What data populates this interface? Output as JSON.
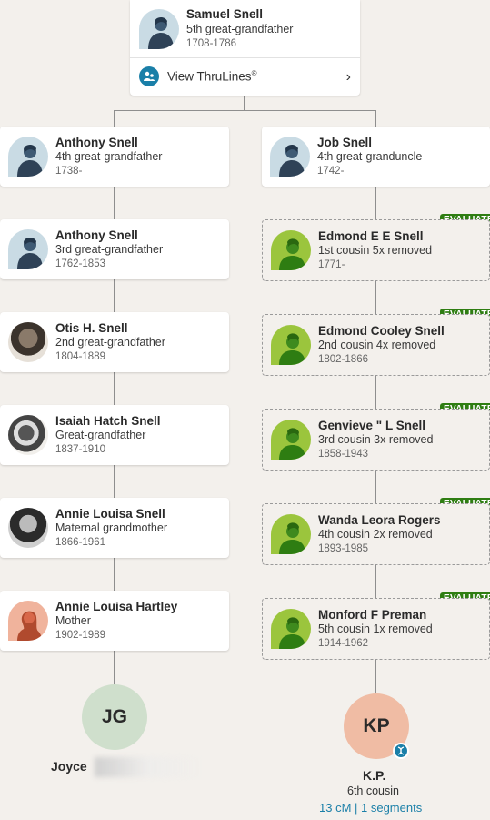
{
  "top": {
    "name": "Samuel Snell",
    "relationship": "5th great-grandfather",
    "dates": "1708-1786",
    "thrulines_label": "View ThruLines",
    "thrulines_mark": "®"
  },
  "left": [
    {
      "name": "Anthony Snell",
      "relationship": "4th great-grandfather",
      "dates": "1738-"
    },
    {
      "name": "Anthony Snell",
      "relationship": "3rd great-grandfather",
      "dates": "1762-1853"
    },
    {
      "name": "Otis H. Snell",
      "relationship": "2nd great-grandfather",
      "dates": "1804-1889"
    },
    {
      "name": "Isaiah Hatch Snell",
      "relationship": "Great-grandfather",
      "dates": "1837-1910"
    },
    {
      "name": "Annie Louisa Snell",
      "relationship": "Maternal grandmother",
      "dates": "1866-1961"
    },
    {
      "name": "Annie Louisa Hartley",
      "relationship": "Mother",
      "dates": "1902-1989"
    }
  ],
  "right": [
    {
      "name": "Job Snell",
      "relationship": "4th great-granduncle",
      "dates": "1742-"
    },
    {
      "name": "Edmond E E Snell",
      "relationship": "1st cousin 5x removed",
      "dates": "1771-",
      "badge": "EVALUATE"
    },
    {
      "name": "Edmond Cooley Snell",
      "relationship": "2nd cousin 4x removed",
      "dates": "1802-1866",
      "badge": "EVALUATE"
    },
    {
      "name": "Genvieve \" L Snell",
      "relationship": "3rd cousin 3x removed",
      "dates": "1858-1943",
      "badge": "EVALUATE"
    },
    {
      "name": "Wanda Leora Rogers",
      "relationship": "4th cousin 2x removed",
      "dates": "1893-1985",
      "badge": "EVALUATE"
    },
    {
      "name": "Monford F Preman",
      "relationship": "5th cousin 1x removed",
      "dates": "1914-1962",
      "badge": "EVALUATE"
    }
  ],
  "bottom_left": {
    "initials": "JG",
    "name": "Joyce"
  },
  "bottom_right": {
    "initials": "KP",
    "name": "K.P.",
    "relationship": "6th cousin",
    "dna": "13 cM | 1 segments"
  },
  "colors": {
    "background": "#f3f0ec",
    "evaluate": "#2e7d12",
    "accent": "#1a7fa8",
    "jg": "#cfdfcc",
    "kp": "#f0bca4"
  }
}
